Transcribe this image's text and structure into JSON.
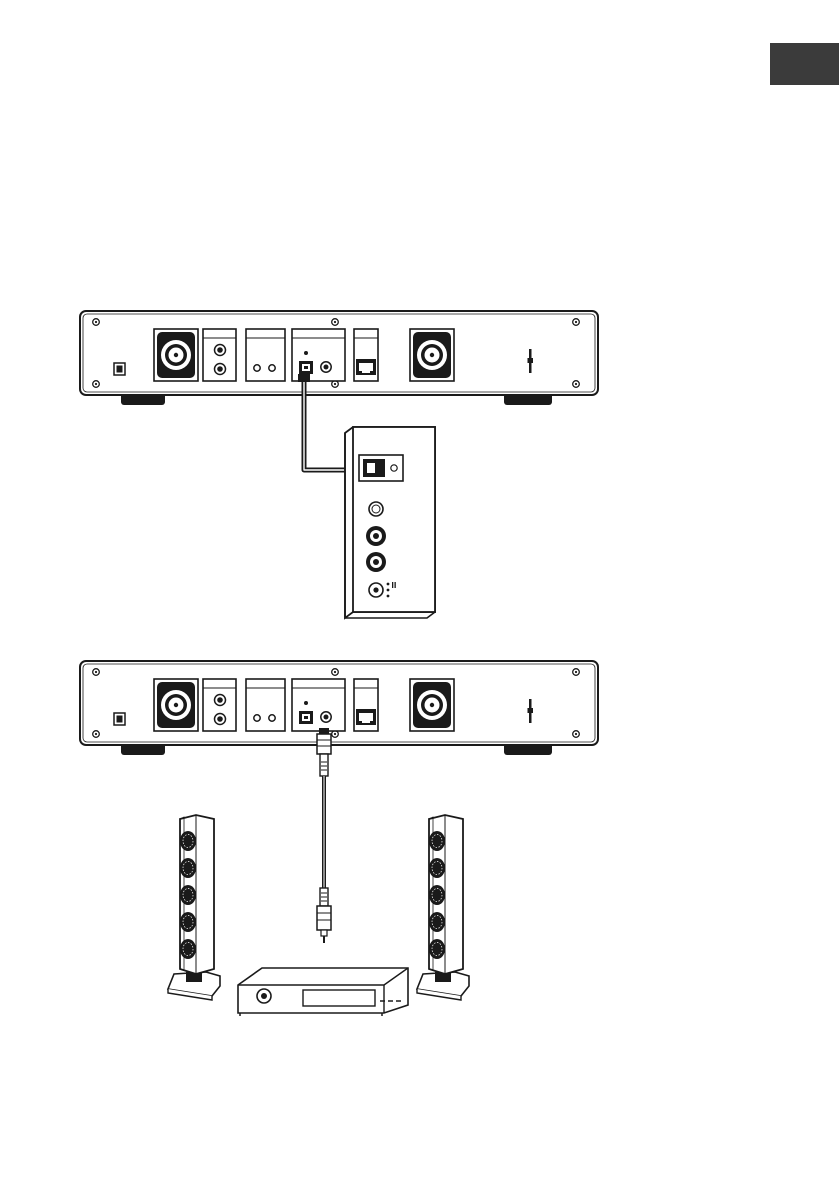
{
  "page": {
    "background": "#ffffff",
    "tab_color": "#3b3b3b",
    "line_color": "#1a1a1a"
  },
  "figures": [
    {
      "id": "optical-connection",
      "items": [
        "device-rear-panel",
        "optical-cable",
        "external-optical-receiver"
      ],
      "icons": [
        "power-jack-icon",
        "speaker-terminal-icon",
        "rca-jack-icon",
        "optical-port-icon",
        "ethernet-port-icon",
        "toslink-plug-icon"
      ]
    },
    {
      "id": "coaxial-connection",
      "items": [
        "device-rear-panel",
        "coaxial-cable",
        "speaker-left",
        "speaker-right",
        "av-receiver"
      ],
      "icons": [
        "power-jack-icon",
        "speaker-terminal-icon",
        "rca-jack-icon",
        "coax-port-icon",
        "ethernet-port-icon",
        "rca-plug-icon",
        "speaker-driver-icon",
        "volume-knob-icon"
      ]
    }
  ]
}
